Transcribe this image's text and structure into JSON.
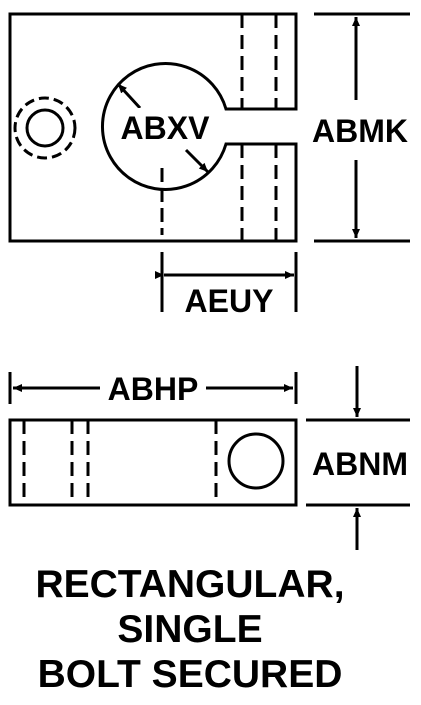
{
  "top_view": {
    "diameter_label": "ABXV",
    "height_label": "ABMK",
    "offset_label": "AEUY"
  },
  "side_view": {
    "length_label": "ABHP",
    "thickness_label": "ABNM"
  },
  "caption": {
    "line1": "RECTANGULAR,",
    "line2": "SINGLE",
    "line3": "BOLT SECURED"
  }
}
